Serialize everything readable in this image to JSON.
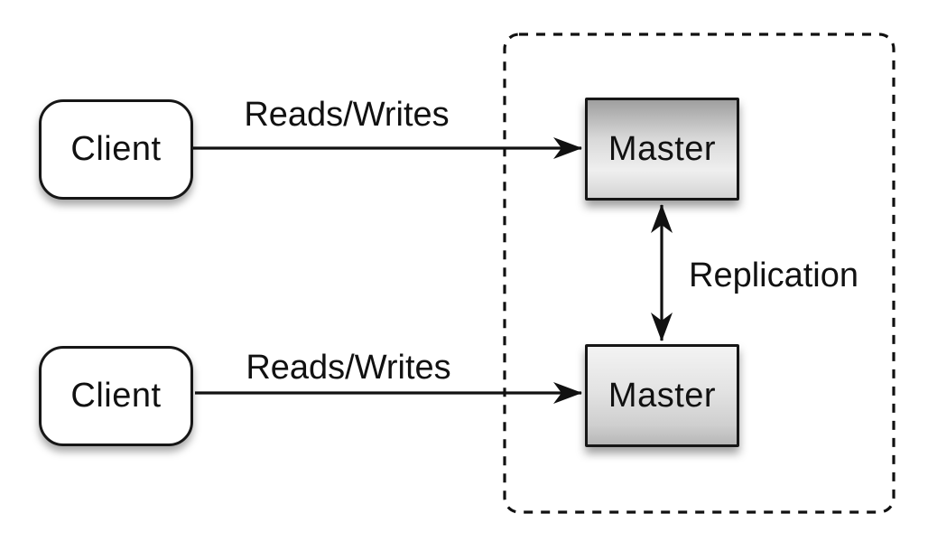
{
  "diagram": {
    "background_color": "#ffffff",
    "stroke_color": "#111111",
    "text_color": "#111111",
    "container": {
      "name": "replication-group",
      "border_style": "dashed"
    },
    "nodes": {
      "client_top": {
        "label": "Client",
        "shape": "rounded-rect",
        "fill": "#ffffff"
      },
      "client_bottom": {
        "label": "Client",
        "shape": "rounded-rect",
        "fill": "#ffffff"
      },
      "master_top": {
        "label": "Master",
        "shape": "rect",
        "fill": "gray-gradient"
      },
      "master_bottom": {
        "label": "Master",
        "shape": "rect",
        "fill": "gray-gradient"
      }
    },
    "edges": {
      "reads_writes_top": {
        "label": "Reads/Writes",
        "from": "client_top",
        "to": "master_top",
        "direction": "one-way"
      },
      "reads_writes_bottom": {
        "label": "Reads/Writes",
        "from": "client_bottom",
        "to": "master_bottom",
        "direction": "one-way"
      },
      "replication": {
        "label": "Replication",
        "from": "master_top",
        "to": "master_bottom",
        "direction": "two-way"
      }
    }
  }
}
